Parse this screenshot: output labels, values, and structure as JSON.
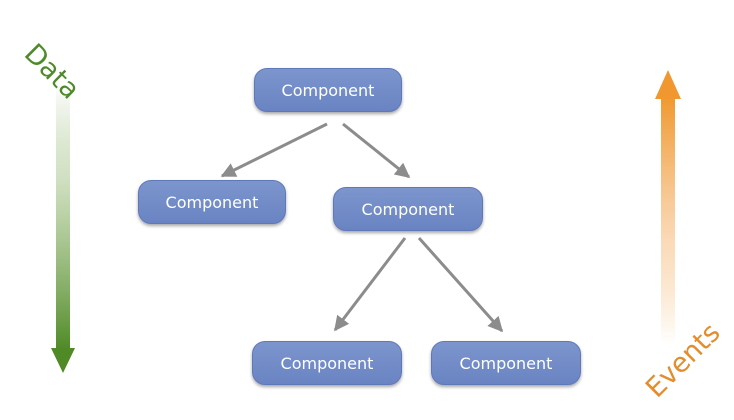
{
  "diagram": {
    "nodes": [
      {
        "id": "root",
        "label": "Component"
      },
      {
        "id": "left-child",
        "label": "Component"
      },
      {
        "id": "right-child",
        "label": "Component"
      },
      {
        "id": "bottom-left",
        "label": "Component"
      },
      {
        "id": "bottom-right",
        "label": "Component"
      }
    ],
    "edges": [
      {
        "from": "root",
        "to": "left-child"
      },
      {
        "from": "root",
        "to": "right-child"
      },
      {
        "from": "right-child",
        "to": "bottom-left"
      },
      {
        "from": "right-child",
        "to": "bottom-right"
      }
    ],
    "data_flow": {
      "label": "Data",
      "direction": "down",
      "color": "#5a8f2e"
    },
    "events_flow": {
      "label": "Events",
      "direction": "up",
      "color": "#f0982f"
    }
  },
  "colors": {
    "node_fill": "#7189c6",
    "arrow": "#8c8c8c"
  }
}
